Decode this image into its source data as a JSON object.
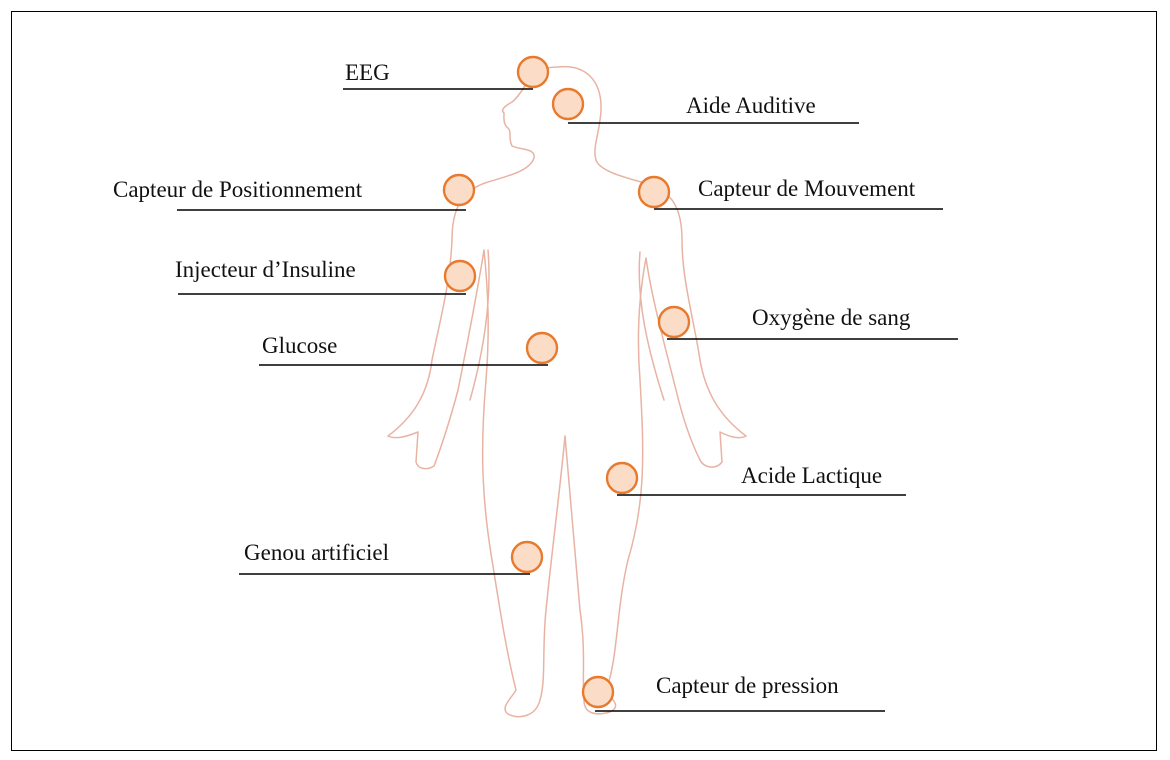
{
  "diagram": {
    "colors": {
      "marker_fill": "#fbdcc6",
      "marker_stroke": "#e77a2e",
      "body_outline": "#e8b3a3",
      "text": "#111111",
      "frame": "#000000"
    },
    "figure": "human-body-outline",
    "sensors": [
      {
        "id": "eeg",
        "label": "EEG"
      },
      {
        "id": "hearing-aid",
        "label": "Aide Auditive"
      },
      {
        "id": "position-sensor",
        "label": "Capteur de Positionnement"
      },
      {
        "id": "motion-sensor",
        "label": "Capteur de Mouvement"
      },
      {
        "id": "insulin-injector",
        "label": "Injecteur d’Insuline"
      },
      {
        "id": "blood-oxygen",
        "label": "Oxygène de sang"
      },
      {
        "id": "glucose",
        "label": "Glucose"
      },
      {
        "id": "lactic-acid",
        "label": "Acide Lactique"
      },
      {
        "id": "artificial-knee",
        "label": "Genou artificiel"
      },
      {
        "id": "pressure-sensor",
        "label": "Capteur de pression"
      }
    ]
  }
}
